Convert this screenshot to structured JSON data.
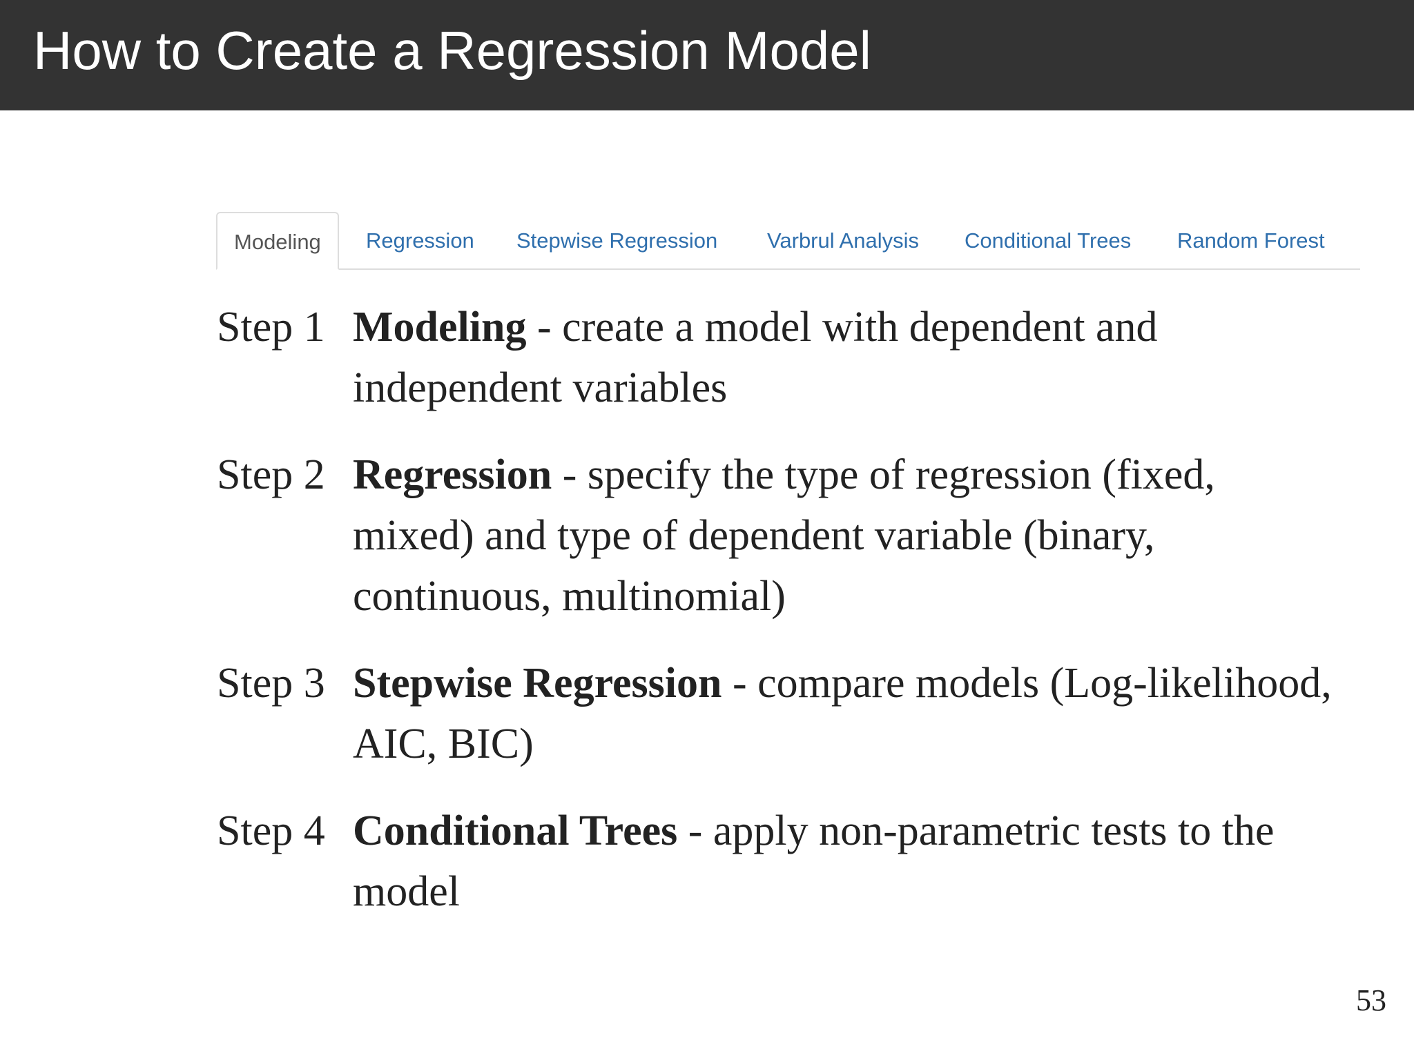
{
  "slide": {
    "title": "How to Create a Regression Model",
    "page_number": "53"
  },
  "tabs": [
    {
      "label": "Modeling",
      "active": true
    },
    {
      "label": "Regression",
      "active": false
    },
    {
      "label": "Stepwise Regression",
      "active": false
    },
    {
      "label": "Varbrul Analysis",
      "active": false
    },
    {
      "label": "Conditional Trees",
      "active": false
    },
    {
      "label": "Random Forest",
      "active": false
    }
  ],
  "steps": [
    {
      "label": "Step 1",
      "term": "Modeling",
      "description": " - create a model with dependent and independent variables"
    },
    {
      "label": "Step 2",
      "term": "Regression",
      "description": " - specify the type of regression (fixed, mixed) and type of dependent variable (binary, continuous, multinomial)"
    },
    {
      "label": "Step 3",
      "term": "Stepwise Regression",
      "description": " - compare models (Log-likelihood, AIC, BIC)"
    },
    {
      "label": "Step 4",
      "term": "Conditional Trees",
      "description": " - apply non-parametric tests to the model"
    }
  ],
  "colors": {
    "title_bar": "#333333",
    "title_text": "#ffffff",
    "tab_link": "#2f6fad",
    "tab_active": "#555555",
    "body_text": "#222222"
  }
}
